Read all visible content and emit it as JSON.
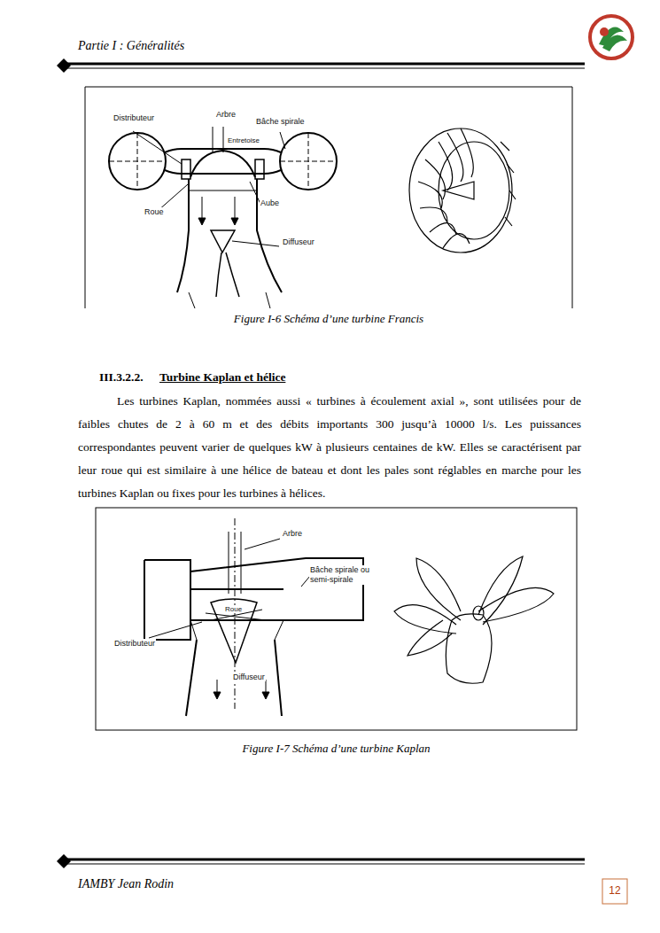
{
  "diagram": {
    "labels": [
      "Partie I : Généralités",
      "Distributeur",
      "Arbre",
      "Bâche spirale",
      "Entretoise",
      "Roue",
      "Aube",
      "Diffuseur",
      "Figure I-6 Schéma d’une turbine Francis",
      "III.3.2.2.",
      "Turbine Kaplan et hélice",
      "Les turbines Kaplan, nommées aussi « turbines à écoulement axial », sont utilisées pour de faibles chutes de 2 à 60 m et des débits importants 300 jusqu’à 10000 l/s. Les puissances correspondantes peuvent varier de quelques kW à plusieurs centaines de kW. Elles se caractérisent par leur roue qui est similaire à une hélice de bateau et dont les pales sont réglables en marche pour les turbines Kaplan ou fixes pour les turbines à hélices.",
      "Arbre",
      "Bâche spirale ou semi-spirale",
      "Roue",
      "Distributeur",
      "Diffuseur",
      "Figure I-7 Schéma d’une turbine Kaplan",
      "IAMBY Jean Rodin",
      "12"
    ]
  }
}
